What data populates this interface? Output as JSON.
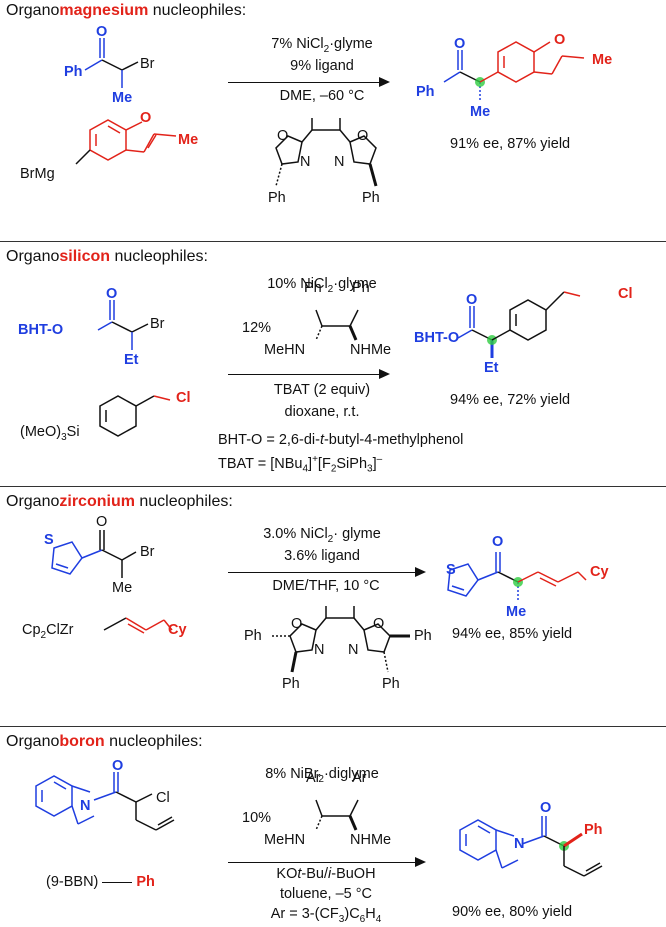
{
  "panels": [
    {
      "heading_prefix": "Organo",
      "heading_highlight": "magnesium",
      "heading_suffix": " nucleophiles:",
      "conditions": [
        "7% NiCl",
        "2",
        "·glyme",
        "9% ligand"
      ],
      "below_arrow": [
        "DME, –60 °C"
      ],
      "result": "91% ee, 87% yield",
      "labels": {
        "ph": "Ph",
        "br": "Br",
        "me": "Me",
        "o": "O",
        "n": "N",
        "brmg": "BrMg",
        "me_red": "Me"
      }
    },
    {
      "heading_prefix": "Organo",
      "heading_highlight": "silicon",
      "heading_suffix": " nucleophiles:",
      "conditions": [
        "10% NiCl",
        "2",
        "·glyme",
        "12%"
      ],
      "below_arrow": [
        "TBAT (2 equiv)",
        "dioxane, r.t."
      ],
      "notes": [
        "BHT-O = 2,6-di-",
        "t",
        "-butyl-4-methylphenol",
        "TBAT =  [NBu",
        "4",
        "]",
        "+",
        "[F",
        "2",
        "SiPh",
        "3",
        "]",
        "–"
      ],
      "result": "94% ee, 72% yield",
      "labels": {
        "bht": "BHT-O",
        "et": "Et",
        "cl": "Cl",
        "meo": "(MeO)",
        "si": "Si",
        "mehn": "MeHN",
        "nhme": "NHMe"
      }
    },
    {
      "heading_prefix": "Organo",
      "heading_highlight": "zirconium",
      "heading_suffix": " nucleophiles:",
      "conditions": [
        "3.0% NiCl",
        "2",
        "· glyme",
        "3.6% ligand"
      ],
      "below_arrow": [
        "DME/THF, 10 °C"
      ],
      "result": "94% ee, 85% yield",
      "labels": {
        "s": "S",
        "cp": "Cp",
        "clzr": "ClZr",
        "cy": "Cy"
      }
    },
    {
      "heading_prefix": "Organo",
      "heading_highlight": "boron",
      "heading_suffix": " nucleophiles:",
      "conditions": [
        "8% NiBr",
        "2",
        "·diglyme",
        "10%"
      ],
      "below_arrow": [
        "KO",
        "t",
        "-Bu/",
        "i",
        "-BuOH",
        "toluene, –5 °C",
        "Ar = 3-(CF",
        "3",
        ")C",
        "6",
        "H",
        "4"
      ],
      "result": "90% ee, 80% yield",
      "labels": {
        "ar": "Ar",
        "bbn": "(9-BBN)",
        "ph": "Ph",
        "cl": "Cl",
        "n": "N"
      }
    }
  ]
}
